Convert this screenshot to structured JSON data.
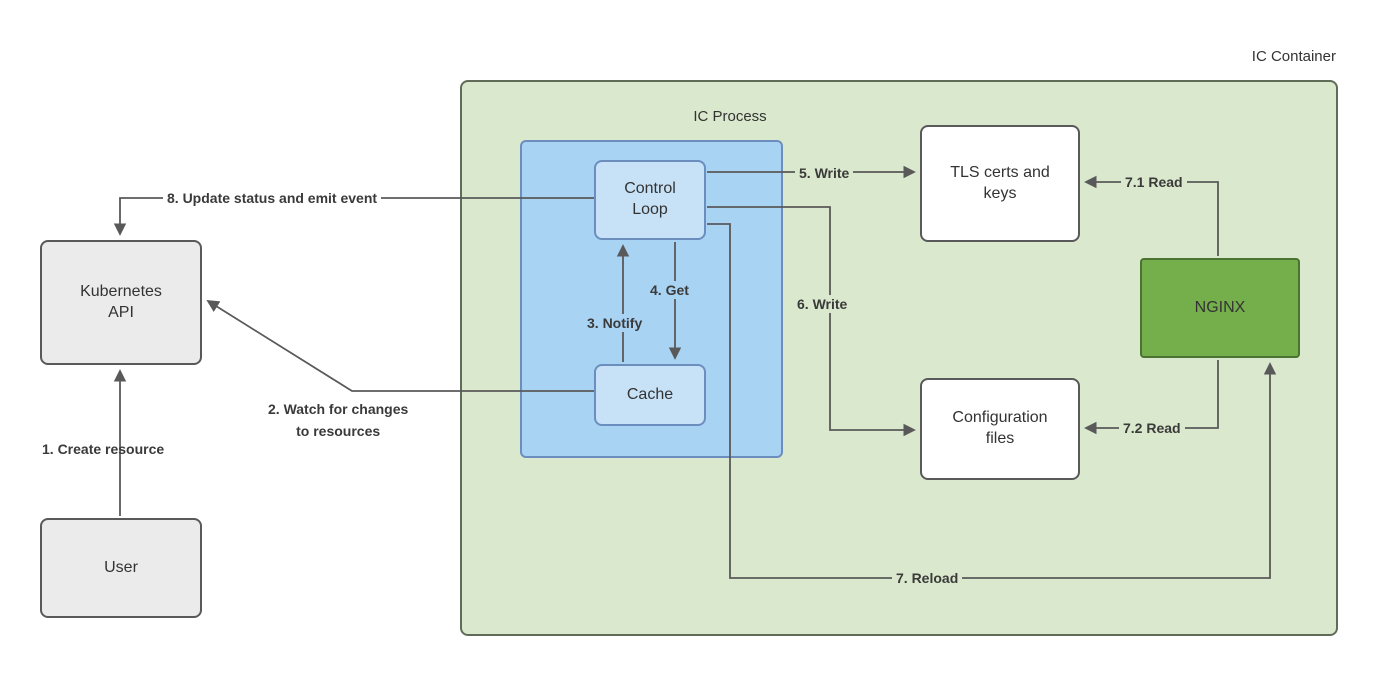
{
  "diagram": {
    "type": "architecture-diagram",
    "zones": {
      "ic_container": {
        "label": "IC Container"
      },
      "ic_process": {
        "label": "IC Process"
      }
    },
    "nodes": {
      "control_loop": {
        "label": "Control Loop"
      },
      "cache": {
        "label": "Cache"
      },
      "tls_certs": {
        "label": "TLS certs and keys"
      },
      "config_files": {
        "label": "Configuration files"
      },
      "nginx": {
        "label": "NGINX"
      },
      "kubernetes_api": {
        "label": "Kubernetes API"
      },
      "user": {
        "label": "User"
      }
    },
    "edges": {
      "create_resource": {
        "label": "1. Create resource",
        "from": "user",
        "to": "kubernetes_api"
      },
      "watch_changes": {
        "label": "2. Watch for changes\nto resources",
        "from": "cache",
        "to": "kubernetes_api"
      },
      "notify": {
        "label": "3. Notify",
        "from": "cache",
        "to": "control_loop"
      },
      "get": {
        "label": "4. Get",
        "from": "control_loop",
        "to": "cache"
      },
      "write_tls": {
        "label": "5. Write",
        "from": "control_loop",
        "to": "tls_certs"
      },
      "write_config": {
        "label": "6. Write",
        "from": "control_loop",
        "to": "config_files"
      },
      "reload": {
        "label": "7. Reload",
        "from": "control_loop",
        "to": "nginx"
      },
      "read_tls": {
        "label": "7.1 Read",
        "from": "nginx",
        "to": "tls_certs"
      },
      "read_config": {
        "label": "7.2 Read",
        "from": "nginx",
        "to": "config_files"
      },
      "update_status": {
        "label": "8. Update status and emit event",
        "from": "control_loop",
        "to": "kubernetes_api"
      }
    },
    "colors": {
      "container_fill": "#DAE8CD",
      "container_border": "#616C58",
      "process_fill": "#A9D3F3",
      "process_border": "#6C8EBF",
      "inner_box_fill": "#C7E2F7",
      "plain_box_fill": "#FFFFFF",
      "gray_box_fill": "#EBEBEB",
      "gray_border": "#595959",
      "nginx_fill": "#74AF4C",
      "nginx_border": "#4A7231",
      "line": "#595959",
      "text": "#333333"
    }
  }
}
